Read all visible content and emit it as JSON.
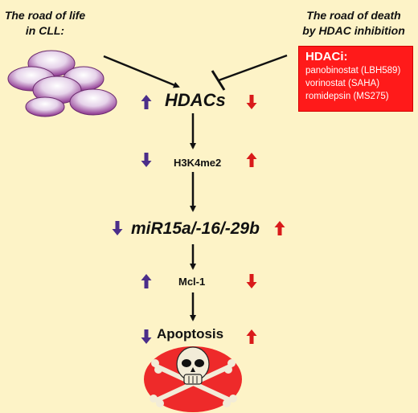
{
  "titles": {
    "left": [
      "The road of life",
      "in CLL:"
    ],
    "right": [
      "The road of death",
      "by HDAC inhibition"
    ]
  },
  "hdaci_box": {
    "title": "HDACi:",
    "drugs": [
      "panobinostat (LBH589)",
      "vorinostat (SAHA)",
      "romidepsin (MS275)"
    ]
  },
  "pathway": {
    "nodes": [
      "HDACs",
      "H3K4me2",
      "miR15a/-16/-29b",
      "Mcl-1",
      "Apoptosis"
    ],
    "cll_direction": [
      "up",
      "down",
      "down",
      "up",
      "down"
    ],
    "hdaci_direction": [
      "down",
      "up",
      "up",
      "down",
      "up"
    ]
  },
  "colors": {
    "background": "#fdf3c7",
    "cll_arrow": "#4b2e8a",
    "hdaci_arrow": "#d91a1a",
    "hdaci_box": "#ff1a1a",
    "skull_disc": "#ee2a2a",
    "cell_purple": "#8b3f8e"
  },
  "icons": [
    "cll-cells-icon",
    "skull-crossbones-icon"
  ]
}
